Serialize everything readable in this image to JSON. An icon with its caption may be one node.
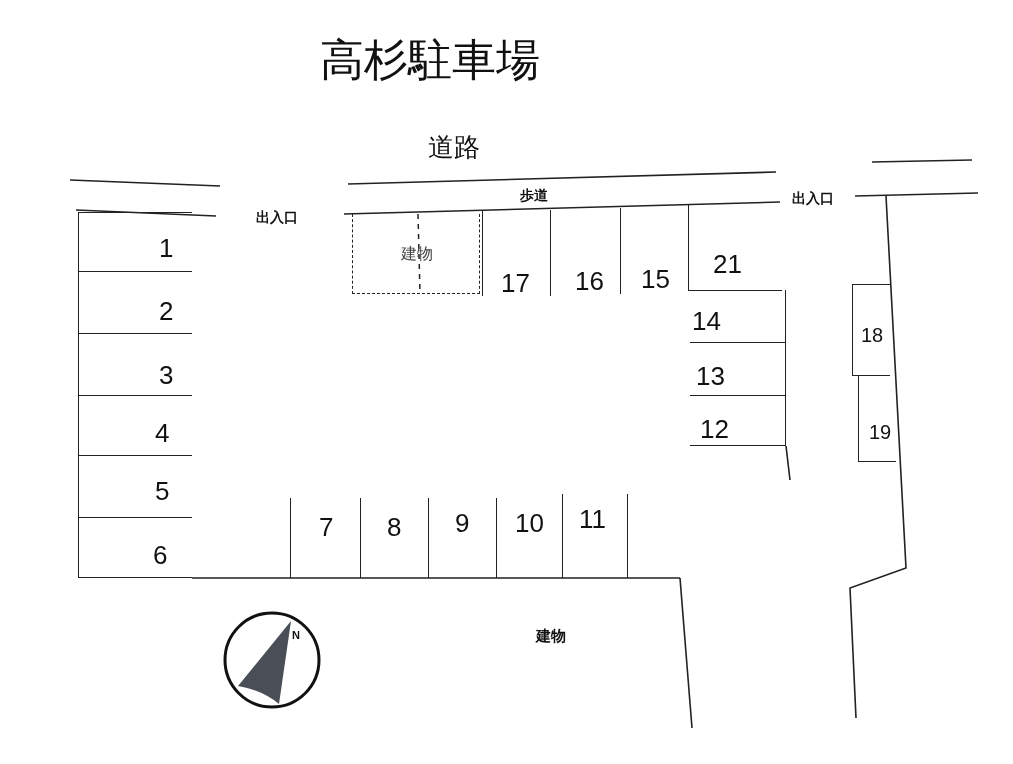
{
  "diagram": {
    "title": "高杉駐車場",
    "nodes": [
      {
        "text": [
          "1"
        ]
      },
      {
        "text": [
          "建物"
        ]
      },
      {
        "text": [
          "17"
        ]
      },
      {
        "text": [
          "16"
        ]
      },
      {
        "text": [
          "15"
        ]
      },
      {
        "text": [
          "21"
        ]
      },
      {
        "text": [
          "2"
        ]
      },
      {
        "text": [
          "14"
        ]
      },
      {
        "text": [
          "18"
        ]
      },
      {
        "text": [
          "3"
        ]
      },
      {
        "text": [
          "13"
        ]
      },
      {
        "text": [
          "4"
        ]
      },
      {
        "text": [
          "12"
        ]
      },
      {
        "text": [
          "19"
        ]
      },
      {
        "text": [
          "5"
        ]
      },
      {
        "text": [
          "7"
        ]
      },
      {
        "text": [
          "8"
        ]
      },
      {
        "text": [
          "9"
        ]
      },
      {
        "text": [
          "10"
        ]
      },
      {
        "text": [
          "11"
        ]
      },
      {
        "text": [
          "6"
        ]
      }
    ],
    "edges": [],
    "labels": [
      "道路",
      "歩道",
      "出入口",
      "出入口",
      "建物",
      "N"
    ]
  }
}
